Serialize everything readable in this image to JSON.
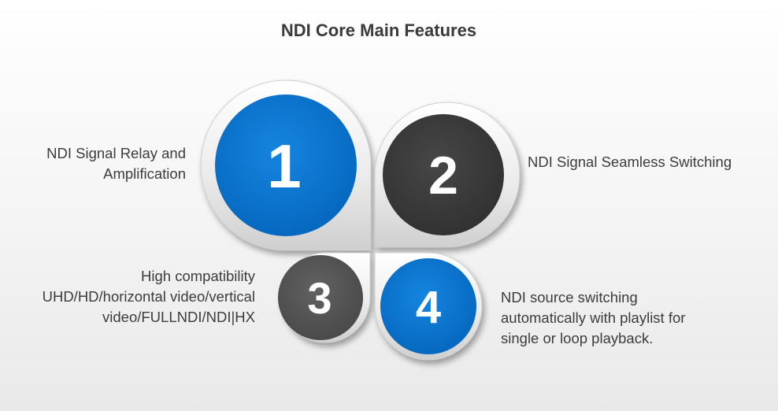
{
  "title": "NDI Core Main Features",
  "features": [
    {
      "number": "1",
      "text": "NDI Signal Relay and\nAmplification",
      "color": "#0b76d0"
    },
    {
      "number": "2",
      "text": "NDI Signal Seamless Switching",
      "color": "#3b3b3b"
    },
    {
      "number": "3",
      "text": "High compatibility\nUHD/HD/horizontal video/vertical\nvideo/FULLNDI/NDI|HX",
      "color": "#555555"
    },
    {
      "number": "4",
      "text": "NDI source switching\nautomatically with playlist for\nsingle or loop playback.",
      "color": "#0b76d0"
    }
  ]
}
